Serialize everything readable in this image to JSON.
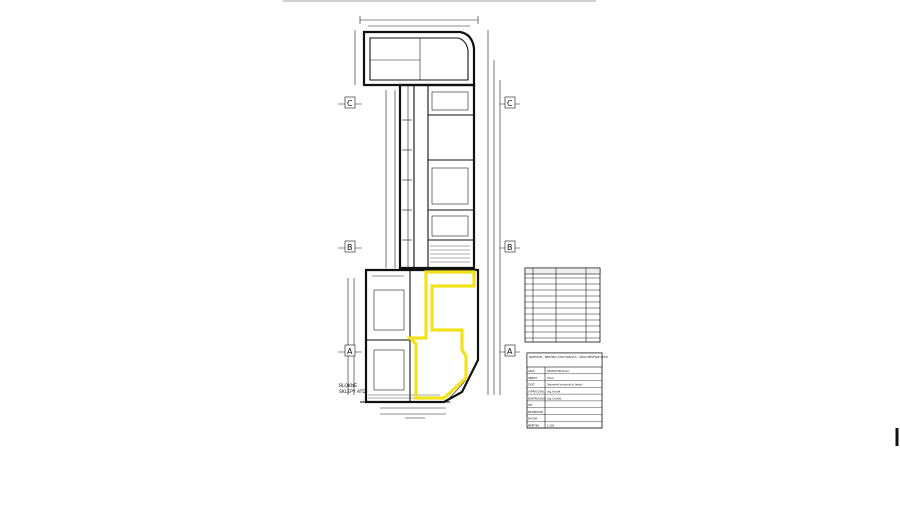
{
  "drawing": {
    "section_labels": [
      "C",
      "C",
      "B",
      "B",
      "A",
      "A"
    ],
    "room_side_label": [
      "BLOKNÉ",
      "SKLEPY ATD."
    ],
    "highlight_color": "#f2e21b"
  },
  "title_block": {
    "header": "INVESTOR - MĚSTSKÁ ČÁST PRAHA 6 - ÚŘAD MĚSTSKÉ ČÁSTI",
    "rows": [
      {
        "k": "AKCE",
        "v": "SPORTOVNÍ HALA"
      },
      {
        "k": "OBJEKT",
        "v": "HALA"
      },
      {
        "k": "ČÁST",
        "v": "Stavebně konstrukční řešení"
      },
      {
        "k": "VYPRACOVAL",
        "v": "Ing. Novák"
      },
      {
        "k": "KONTROLOVAL",
        "v": "Ing. Dvořák"
      },
      {
        "k": "HIP",
        "v": ""
      },
      {
        "k": "PROJEKTANT",
        "v": ""
      },
      {
        "k": "DATUM",
        "v": ""
      },
      {
        "k": "MĚŘÍTKO",
        "v": "1:100"
      }
    ]
  }
}
